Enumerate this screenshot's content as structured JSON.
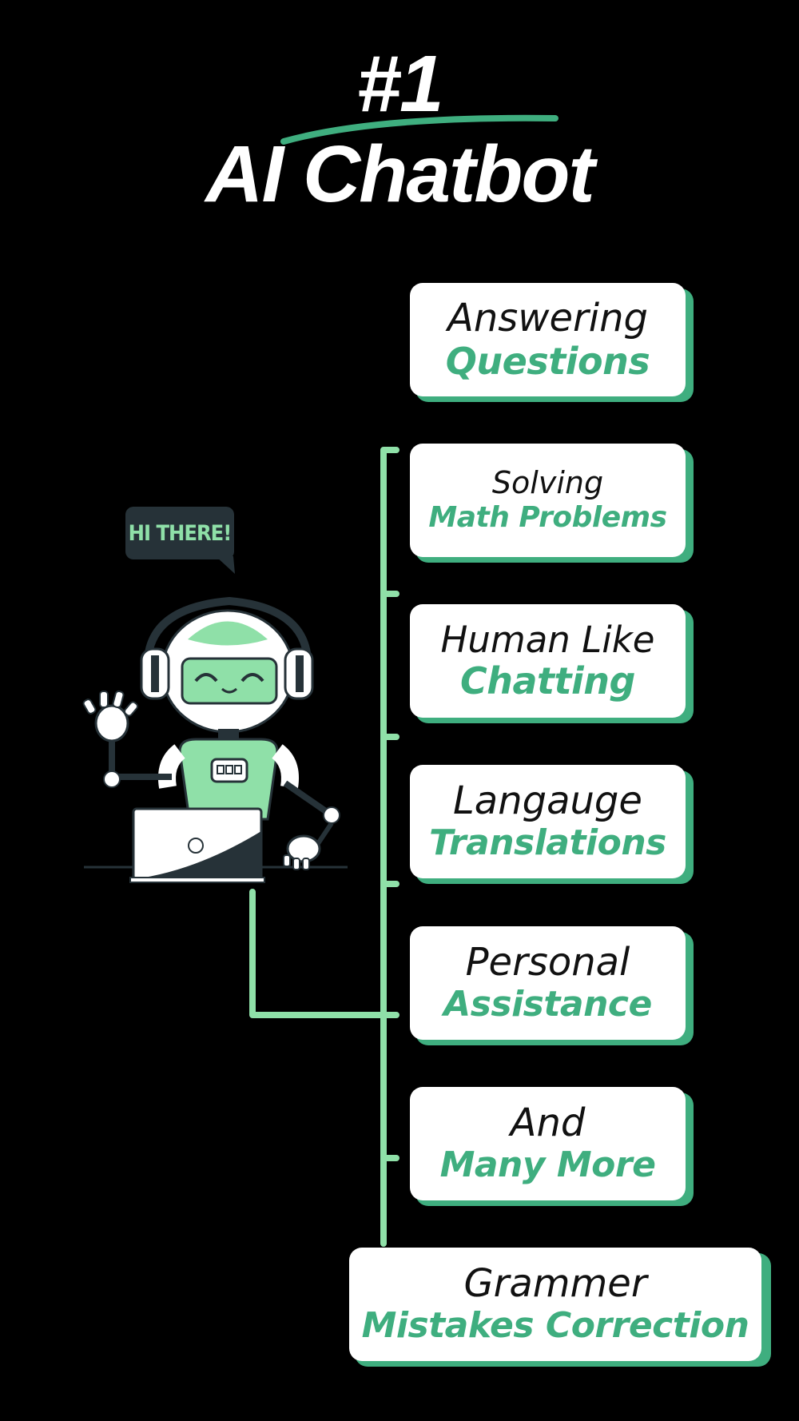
{
  "header": {
    "rank": "#1",
    "title": "AI Chatbot"
  },
  "speech_bubble": {
    "text": "HI THERE!"
  },
  "features": [
    {
      "top": "Answering",
      "bottom": "Questions"
    },
    {
      "top": "Solving",
      "bottom": "Math Problems"
    },
    {
      "top": "Human Like",
      "bottom": "Chatting"
    },
    {
      "top": "Langauge",
      "bottom": "Translations"
    },
    {
      "top": "Personal",
      "bottom": "Assistance"
    },
    {
      "top": "And",
      "bottom": "Many More"
    },
    {
      "top": "Grammer",
      "bottom": "Mistakes Correction"
    }
  ],
  "colors": {
    "background": "#000000",
    "accent": "#3fae7f",
    "connector": "#8fe0a8",
    "text": "#ffffff"
  }
}
